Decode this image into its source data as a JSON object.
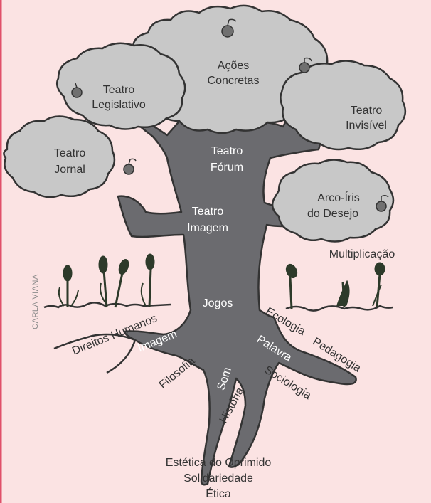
{
  "crowns": {
    "acoes": [
      "Ações",
      "Concretas"
    ],
    "legislativo": [
      "Teatro",
      "Legislativo"
    ],
    "invisivel": [
      "Teatro",
      "Invisível"
    ],
    "jornal": [
      "Teatro",
      "Jornal"
    ],
    "arco_iris": [
      "Arco-Íris",
      "do Desejo"
    ]
  },
  "trunk": {
    "forum": [
      "Teatro",
      "Fórum"
    ],
    "imagem": [
      "Teatro",
      "Imagem"
    ],
    "jogos": "Jogos"
  },
  "multiplicacao": "Multiplicação",
  "roots": {
    "direitos_humanos": "Direitos Humanos",
    "imagem": "Imagem",
    "filosofia": "Filosofia",
    "som": "Som",
    "historia": "História",
    "ecologia": "Ecologia",
    "palavra": "Palavra",
    "pedagogia": "Pedagogia",
    "sociologia": "Sociologia"
  },
  "ground": [
    "Estética do Oprimido",
    "Solidariedade",
    "Ética"
  ],
  "credit": "CARLA VIANA",
  "colors": {
    "background": "#fbe3e3",
    "frame": "#e0506a",
    "trunk": "#6b6b6f",
    "crown": "#c8c8c8",
    "outline": "#333333",
    "stem": "#2d3a2a"
  }
}
